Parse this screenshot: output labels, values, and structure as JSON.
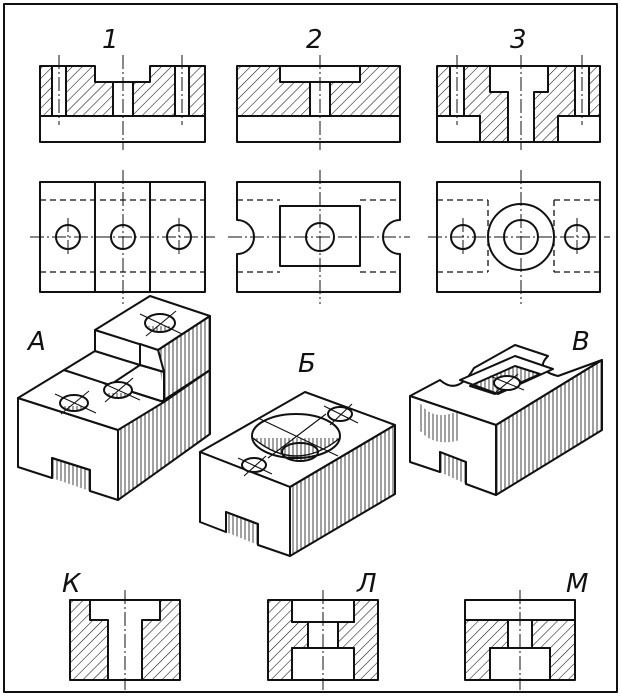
{
  "labels": {
    "n1": "1",
    "n2": "2",
    "n3": "3",
    "a": "А",
    "b": "Б",
    "v": "В",
    "k": "К",
    "l": "Л",
    "m": "М"
  },
  "colors": {
    "ink": "#111111",
    "paper": "#ffffff"
  }
}
